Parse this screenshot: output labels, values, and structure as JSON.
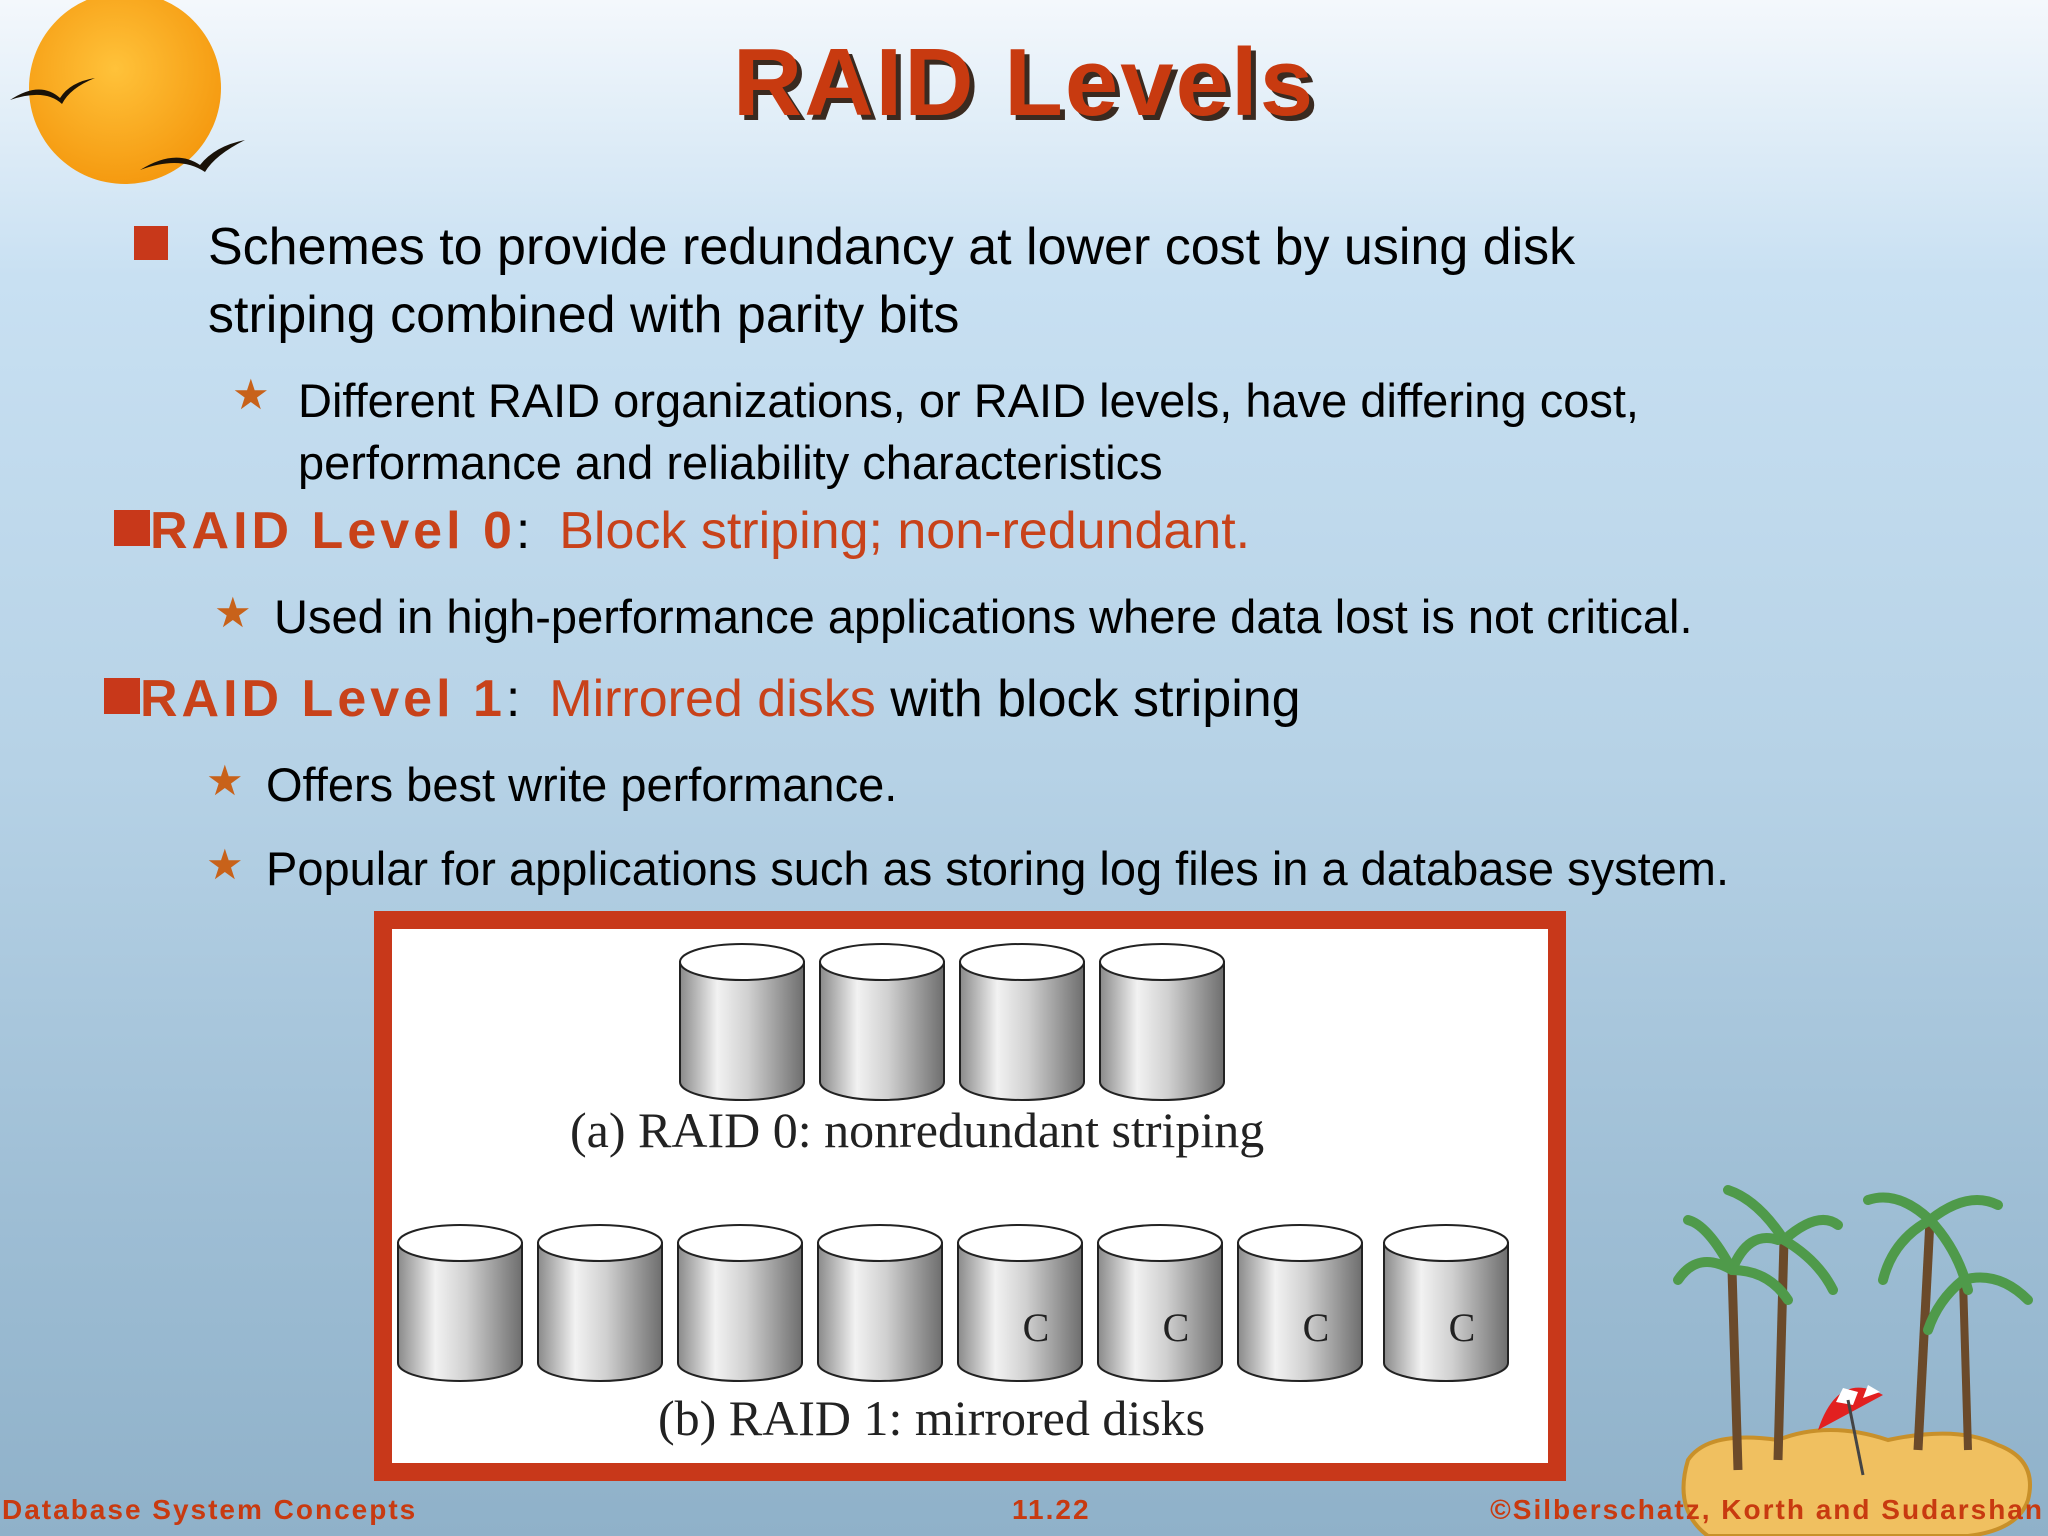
{
  "slide": {
    "title": "RAID Levels",
    "bullet1_line1": "Schemes to provide redundancy at lower cost by using disk",
    "bullet1_line2": "striping combined with parity bits",
    "sub1_line1": "Different RAID organizations, or RAID levels, have differing cost,",
    "sub1_line2": "performance and reliability characteristics",
    "raid0_label": "RAID Level 0",
    "raid0_sep": ":",
    "raid0_desc": "Block striping; non-redundant.",
    "raid0_sub": "Used in high-performance applications where data lost is not critical.",
    "raid1_label": "RAID Level 1",
    "raid1_sep": ":",
    "raid1_desc_colored": "Mirrored disks",
    "raid1_desc_rest": "with block striping",
    "raid1_sub1": "Offers best write performance.",
    "raid1_sub2": "Popular for applications such as storing log files in a database system."
  },
  "figure": {
    "caption_a": "(a) RAID 0: nonredundant striping",
    "caption_b": "(b) RAID 1: mirrored disks",
    "copy_label": "C"
  },
  "footer": {
    "left": "Database System Concepts",
    "center": "11.22",
    "right": "©Silberschatz, Korth and Sudarshan"
  },
  "colors": {
    "accent": "#c8381a",
    "star": "#c8621a"
  }
}
